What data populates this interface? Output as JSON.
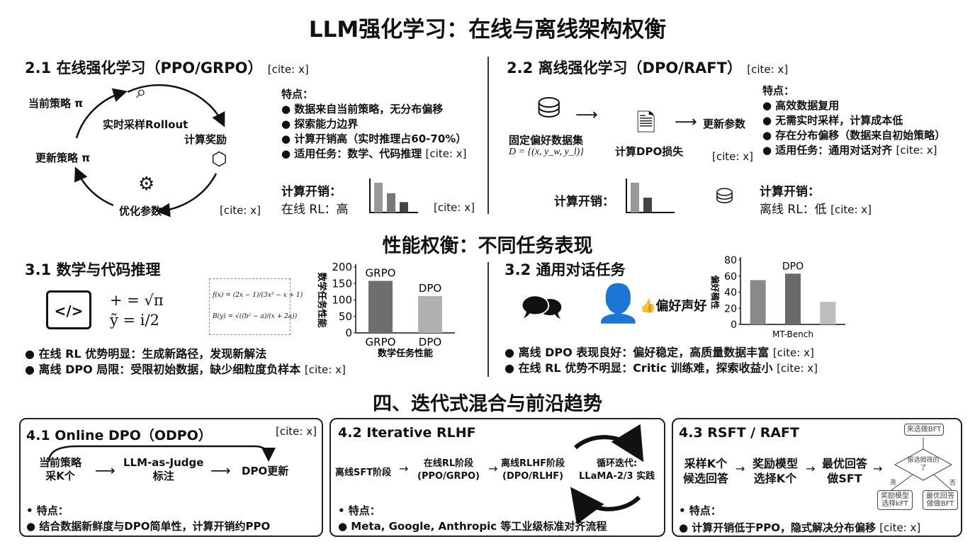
{
  "title": "LLM强化学习：在线与离线架构权衡",
  "cite": "[cite: x]",
  "s21": {
    "heading": "2.1 在线强化学习（PPO/GRPO）",
    "cycle": {
      "current": "当前策略 π",
      "rollout": "实时采样Rollout",
      "reward": "计算奖励",
      "optimize": "优化参数",
      "update": "更新策略 π"
    },
    "features_label": "特点：",
    "features": [
      "● 数据来自当前策略，无分布偏移",
      "● 探索能力边界",
      "● 计算开销高（实时推理占60-70%）",
      "● 适用任务：数学、代码推理"
    ],
    "cost_label": "计算开销：",
    "cost_value": "在线 RL：高",
    "cost_bars": [
      1.0,
      0.65,
      0.35
    ]
  },
  "s22": {
    "heading": "2.2 离线强化学习（DPO/RAFT）",
    "dataset": "固定偏好数据集",
    "formula": "D = {(x, y_w, y_l)}",
    "loss": "计算DPO损失",
    "update": "更新参数",
    "features_label": "特点：",
    "features": [
      "● 高效数据复用",
      "● 无需实时采样，计算成本低",
      "● 存在分布偏移（数据来自初始策略）",
      "● 适用任务：通用对话对齐"
    ],
    "cost_label": "计算开销：",
    "cost_label2": "计算开销：",
    "cost_value": "离线 RL：低",
    "cost_bars": [
      1.0,
      0.5
    ]
  },
  "section3_title": "性能权衡：不同任务表现",
  "s31": {
    "heading": "3.1 数学与代码推理",
    "eq1": "+ = √π",
    "eq2": "ỹ = i/2",
    "f1": "f(x) = (2x − 1)/(3x² − x + 1)",
    "f2": "B(y) = √((b² − a)/(x + 2a))",
    "bullets": [
      "● 在线 RL 优势明显：生成新路径，发现新解法",
      "● 离线 DPO 局限：受限初始数据，缺少细粒度负样本"
    ]
  },
  "s32": {
    "heading": "3.2 通用对话任务",
    "pref": "偏好声好",
    "bullets": [
      "● 离线 DPO 表现良好：偏好稳定，高质量数据丰富",
      "● 在线 RL 优势不明显：Critic 训练难，探索收益小"
    ]
  },
  "chart_data": [
    {
      "type": "bar",
      "categories": [
        "GRPO",
        "DPO"
      ],
      "values": [
        158,
        112
      ],
      "ylabel": "数学任务性能",
      "xlabel": "数学任务性能",
      "ylim": [
        0,
        200
      ],
      "yticks": [
        0,
        50,
        100,
        150,
        200
      ],
      "data_labels": [
        "GRPO",
        "DPO"
      ],
      "colors": [
        "#6e6e6e",
        "#b0b0b0"
      ]
    },
    {
      "type": "bar",
      "categories": [
        "",
        "",
        ""
      ],
      "values": [
        55,
        63,
        28
      ],
      "ylabel": "偏好稿性",
      "xlabel": "MT-Bench",
      "ylim": [
        0,
        80
      ],
      "yticks": [
        0,
        20,
        40,
        60,
        80
      ],
      "data_labels": [
        "",
        "DPO",
        ""
      ],
      "colors": [
        "#8a8a8a",
        "#6a6a6a",
        "#bdbdbd"
      ]
    }
  ],
  "section4_title": "四、迭代式混合与前沿趋势",
  "s41": {
    "heading": "4.1 Online DPO（ODPO）",
    "n1": "当前策略",
    "n1b": "采K个",
    "n2": "LLM-as-Judge",
    "n2b": "标注",
    "n3": "DPO更新",
    "feat": "• 特点：",
    "bullet": "● 结合数据新鲜度与DPO简单性，计算开销约PPO"
  },
  "s42": {
    "heading": "4.2 Iterative RLHF",
    "n1": "离线SFT阶段",
    "n2": "在线RL阶段",
    "n2b": "(PPO/GRPO)",
    "n3": "离线RLHF阶段",
    "n3b": "(DPO/RLHF)",
    "loop": "循环迭代:",
    "loopb": "LLaMA-2/3 实践",
    "feat": "• 特点：",
    "bullet": "● Meta, Google, Anthropic 等工业级标准对齐流程"
  },
  "s43": {
    "heading": "4.3 RSFT / RAFT",
    "n1": "采样K个",
    "n1b": "候选回答",
    "n2": "奖励模型",
    "n2b": "选择K个",
    "n3": "最优回答",
    "n3b": "做SFT",
    "fc_top": "来选做BFT",
    "fc_dec": "狠选姆筏的了",
    "fc_yes": "尧",
    "fc_no": "否",
    "fc_l": "奖励模型 选择kFT",
    "fc_r": "最优回答 做做BFT",
    "feat": "• 特点：",
    "bullet": "● 计算开销低于PPO，隐式解决分布偏移"
  }
}
